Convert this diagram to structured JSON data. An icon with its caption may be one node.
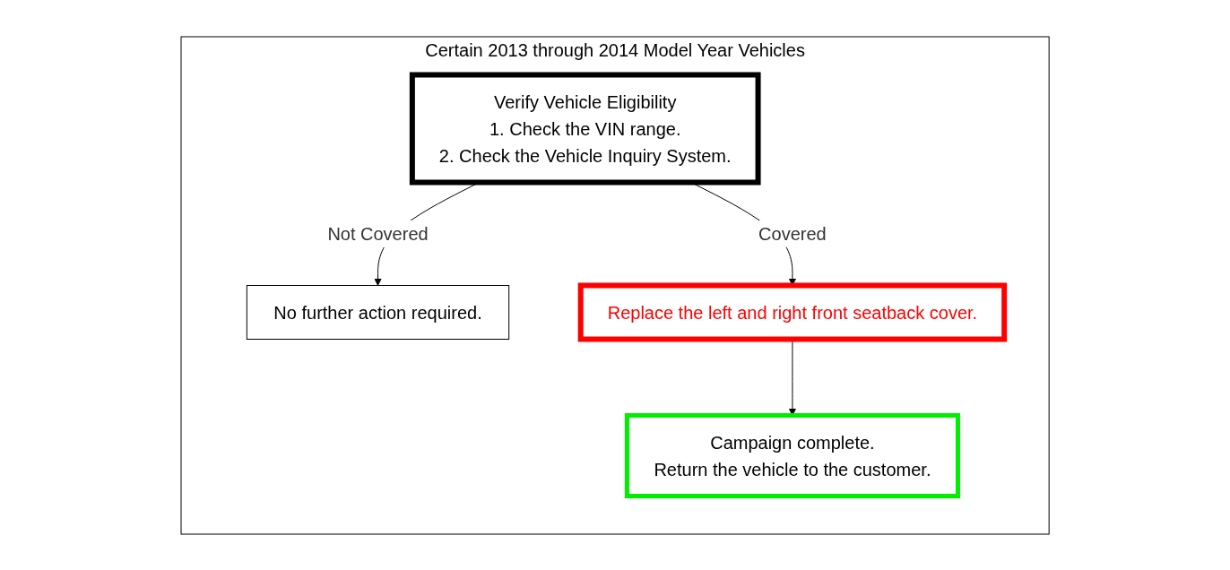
{
  "diagram": {
    "nodes": [
      {
        "text": [
          "Certain 2013 through 2014 Model Year Vehicles"
        ]
      },
      {
        "text": [
          "Verify Vehicle Eligibility",
          "1. Check the VIN range.",
          "2. Check the Vehicle Inquiry System."
        ],
        "in": 0
      },
      {
        "text": [
          "No further action required."
        ],
        "in": 0
      },
      {
        "text": [
          "Replace the left and right front seatback cover."
        ],
        "in": 0
      },
      {
        "text": [
          "Campaign complete.",
          "Return the vehicle to the customer."
        ],
        "in": 0
      }
    ],
    "edges": [
      {
        "from": 1,
        "to": 2,
        "arrow": "to",
        "label": "Not Covered"
      },
      {
        "from": 1,
        "to": 3,
        "arrow": "to",
        "label": "Covered"
      },
      {
        "from": 3,
        "to": 4,
        "arrow": "to"
      }
    ]
  }
}
